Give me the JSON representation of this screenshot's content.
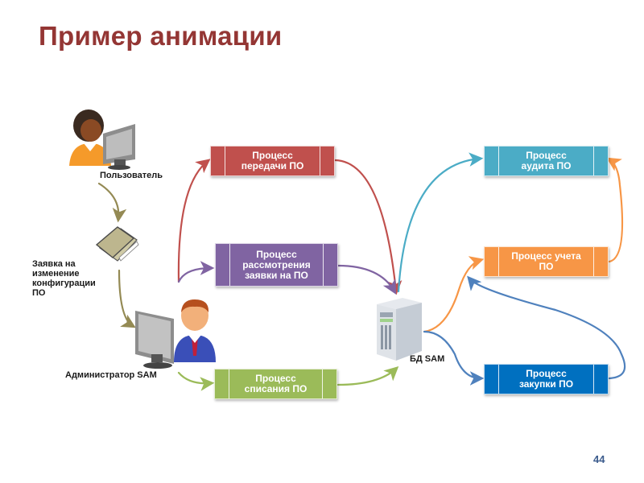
{
  "slide": {
    "title": "Пример анимации",
    "page_number": "44"
  },
  "actors": {
    "user": {
      "label": "Пользователь",
      "icon": "user-at-computer-icon"
    },
    "request": {
      "label": "Заявка на\nизменение\nконфигурации\nПО",
      "icon": "folder-document-icon"
    },
    "admin": {
      "label": "Администратор SAM",
      "icon": "admin-at-computer-icon"
    },
    "database": {
      "label": "БД SAM",
      "icon": "server-tower-icon"
    }
  },
  "processes": [
    {
      "id": "transfer",
      "label": "Процесс\nпередачи ПО",
      "color": "#c0504d"
    },
    {
      "id": "review",
      "label": "Процесс\nрассмотрения\nзаявки на ПО",
      "color": "#8064a2"
    },
    {
      "id": "writeoff",
      "label": "Процесс\nсписания ПО",
      "color": "#9bbb59"
    },
    {
      "id": "audit",
      "label": "Процесс\nаудита ПО",
      "color": "#4bacc6"
    },
    {
      "id": "accounting",
      "label": "Процесс учета\nПО",
      "color": "#f79646"
    },
    {
      "id": "procurement",
      "label": "Процесс\nзакупки ПО",
      "color": "#0070c0"
    }
  ],
  "connections": [
    {
      "from": "user",
      "to": "request",
      "color": "#948a54"
    },
    {
      "from": "request",
      "to": "admin",
      "color": "#948a54"
    },
    {
      "from": "admin",
      "to": "transfer",
      "color": "#c0504d"
    },
    {
      "from": "admin",
      "to": "review",
      "color": "#8064a2"
    },
    {
      "from": "admin",
      "to": "writeoff",
      "color": "#9bbb59"
    },
    {
      "from": "transfer",
      "to": "database",
      "color": "#c0504d"
    },
    {
      "from": "review",
      "to": "database",
      "color": "#8064a2"
    },
    {
      "from": "writeoff",
      "to": "database",
      "color": "#9bbb59"
    },
    {
      "from": "database",
      "to": "audit",
      "color": "#4bacc6"
    },
    {
      "from": "database",
      "to": "accounting",
      "color": "#f79646"
    },
    {
      "from": "database",
      "to": "procurement",
      "color": "#4f81bd"
    },
    {
      "from": "accounting",
      "to": "audit",
      "color": "#f79646"
    },
    {
      "from": "procurement",
      "to": "accounting",
      "color": "#4f81bd"
    }
  ]
}
